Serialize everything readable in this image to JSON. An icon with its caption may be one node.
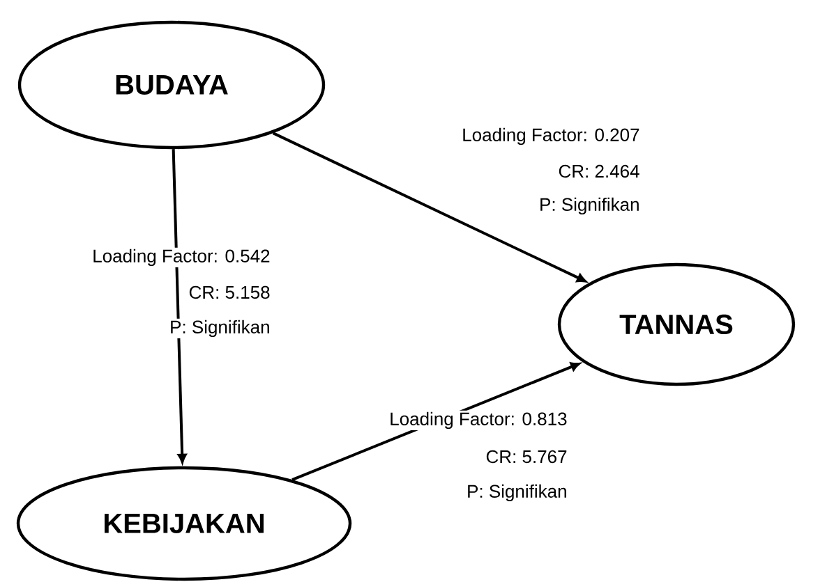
{
  "diagram": {
    "nodes": [
      {
        "text": [
          "BUDAYA"
        ]
      },
      {
        "text": [
          "TANNAS"
        ]
      },
      {
        "text": [
          "KEBIJAKAN"
        ]
      }
    ],
    "edges": [
      {
        "from": 0,
        "to": 1,
        "arrow": "to",
        "label": "Loading Factor: 0.207"
      },
      {
        "from": 0,
        "to": 2,
        "arrow": "to",
        "label": "Loading Factor: 0.542"
      },
      {
        "from": 2,
        "to": 1,
        "arrow": "to",
        "label": "Loading Factor: 0.813"
      }
    ],
    "labels": [
      "CR: 2.464",
      "P: Signifikan",
      "CR: 5.158",
      "P: Signifikan",
      "CR: 5.767",
      "P: Signifikan"
    ]
  }
}
